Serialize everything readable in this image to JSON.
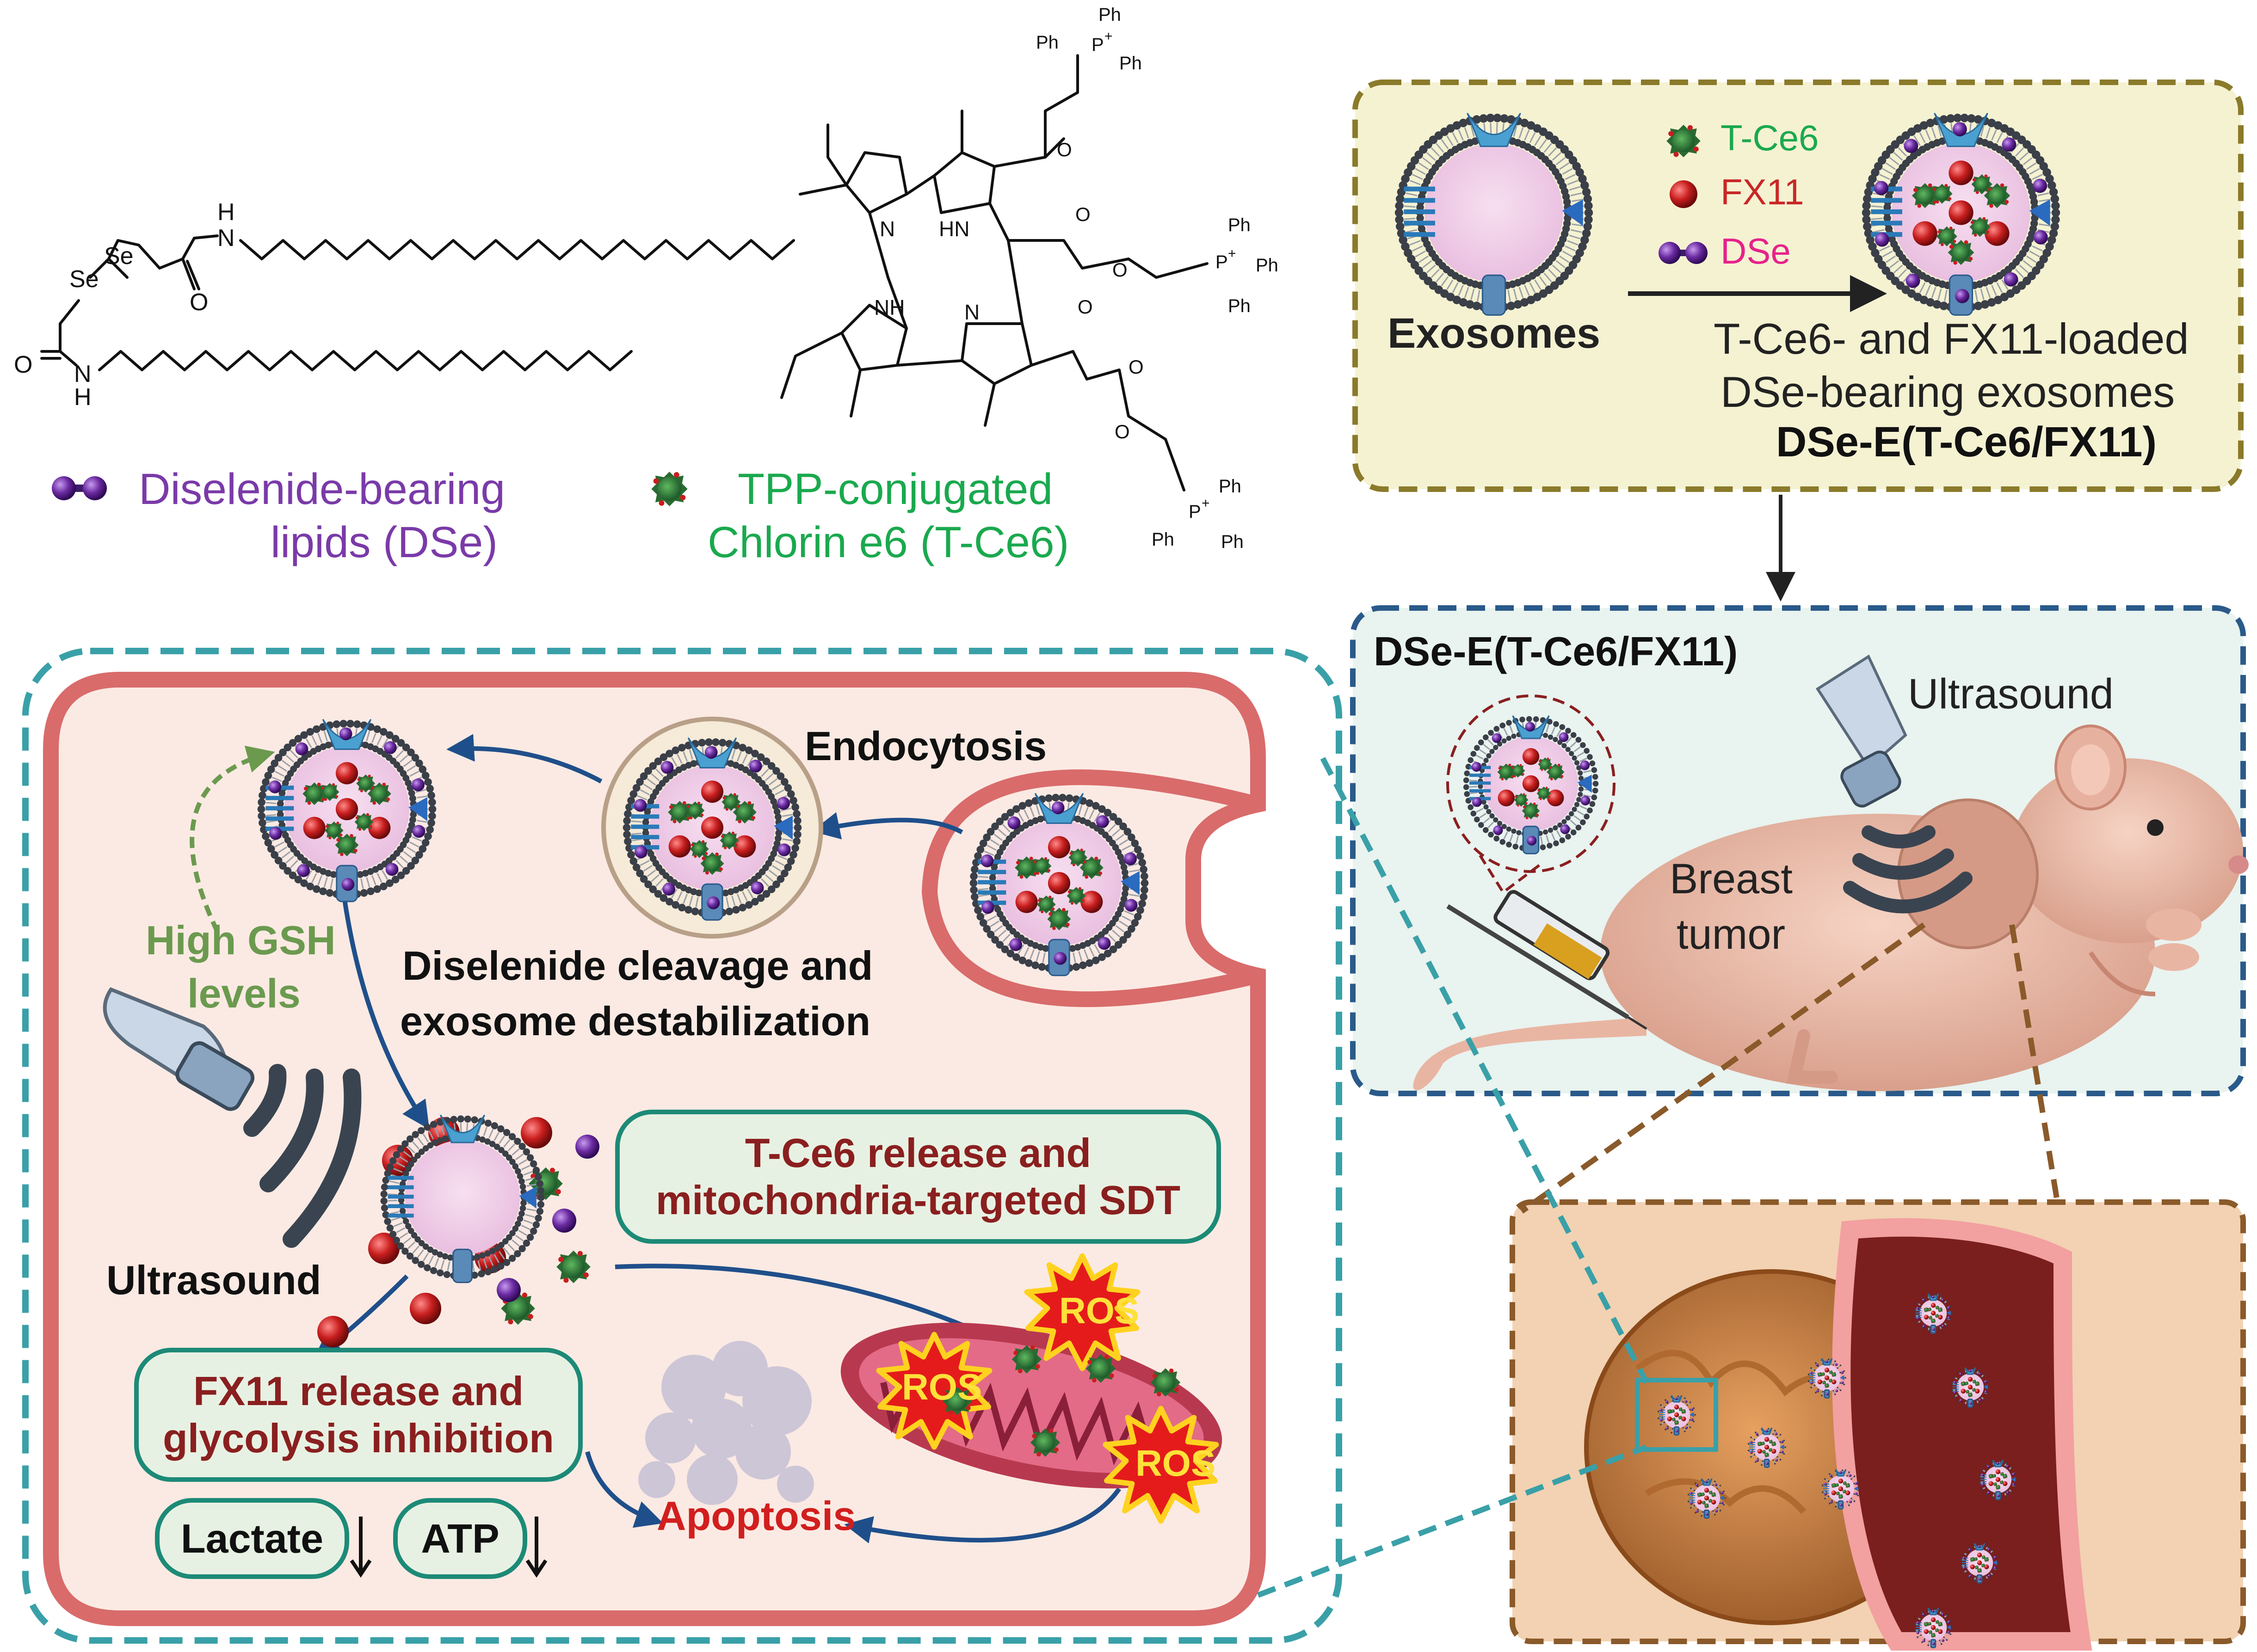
{
  "colors": {
    "dse_purple": "#7a3aa8",
    "tce6_green": "#1aa94e",
    "fx11_red": "#c82828",
    "dse_pink": "#e6228a",
    "dark_red_text": "#8a1f1f",
    "gsh_green": "#6b9a4f",
    "apoptosis_red": "#d21e1e",
    "cell_fill": "#fbeae3",
    "cell_membrane": "#d96b6b",
    "teal_dash": "#3aa0a8",
    "olive_dash": "#8a7a2a",
    "blue_dash": "#2a5a8a",
    "brown_dash": "#8a5a2a"
  },
  "structures": {
    "dse": {
      "atoms": [
        "Se",
        "Se",
        "N",
        "H",
        "O",
        "O",
        "N",
        "H"
      ]
    },
    "tce6": {
      "ring_atoms": [
        "N",
        "HN",
        "NH",
        "N"
      ],
      "ester_oxygens": [
        "O",
        "O",
        "O",
        "O",
        "O",
        "O"
      ],
      "tpp_groups": [
        {
          "p": "P",
          "plus": "+",
          "ph": [
            "Ph",
            "Ph",
            "Ph"
          ]
        },
        {
          "p": "P",
          "plus": "+",
          "ph": [
            "Ph",
            "Ph",
            "Ph"
          ]
        },
        {
          "p": "P",
          "plus": "+",
          "ph": [
            "Ph",
            "Ph",
            "Ph"
          ]
        }
      ]
    }
  },
  "legend_top": {
    "dse_line1": "Diselenide-bearing",
    "dse_line2": "lipids (DSe)",
    "tce6_line1": "TPP-conjugated",
    "tce6_line2": "Chlorin e6 (T-Ce6)"
  },
  "prep_panel": {
    "exosomes_label": "Exosomes",
    "legend": [
      "T-Ce6",
      "FX11",
      "DSe"
    ],
    "product_line1": "T-Ce6- and FX11-loaded",
    "product_line2": "DSe-bearing exosomes",
    "product_name": "DSe-E(T-Ce6/FX11)"
  },
  "mouse_panel": {
    "title": "DSe-E(T-Ce6/FX11)",
    "ultrasound": "Ultrasound",
    "tumor_line1": "Breast",
    "tumor_line2": "tumor"
  },
  "cell_panel": {
    "endocytosis": "Endocytosis",
    "gsh_line1": "High GSH",
    "gsh_line2": "levels",
    "cleavage_line1": "Diselenide cleavage and",
    "cleavage_line2": "exosome destabilization",
    "ultrasound": "Ultrasound",
    "tce6_release_line1": "T-Ce6 release and",
    "tce6_release_line2": "mitochondria-targeted SDT",
    "fx11_release_line1": "FX11 release and",
    "fx11_release_line2": "glycolysis inhibition",
    "lactate": "Lactate",
    "atp": "ATP",
    "ros": [
      "ROS",
      "ROS",
      "ROS"
    ],
    "apoptosis": "Apoptosis"
  }
}
